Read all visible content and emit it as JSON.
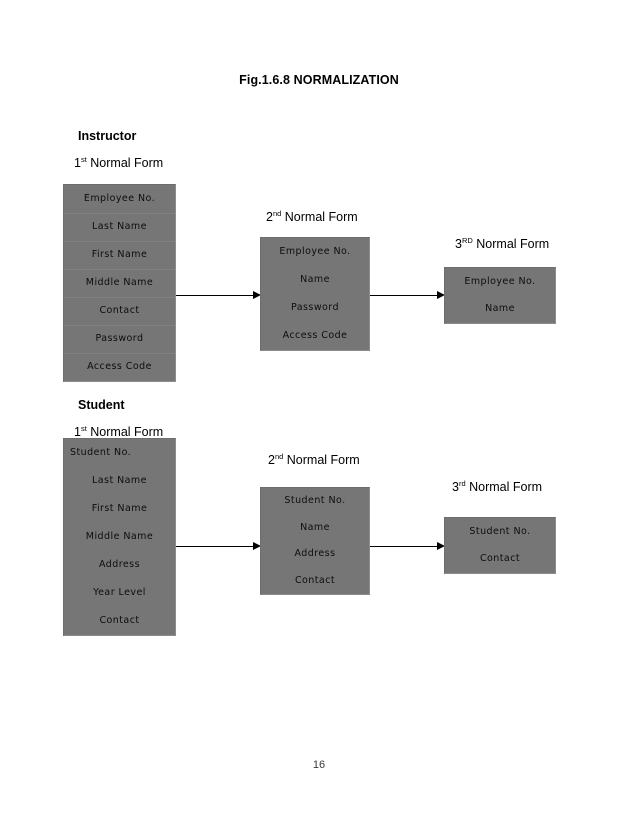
{
  "document": {
    "figure_title": "Fig.1.6.8 NORMALIZATION",
    "page_number": "16"
  },
  "sections": [
    {
      "entity": "Instructor",
      "labels": {
        "first": {
          "ordinal": "1",
          "sup": "st",
          "text": " Normal Form"
        },
        "second": {
          "ordinal": "2",
          "sup": "nd",
          "text": " Normal Form"
        },
        "third": {
          "ordinal": "3",
          "sup": "RD",
          "text": " Normal Form"
        }
      },
      "first_normal_form": [
        "Employee No.",
        "Last Name",
        "First Name",
        "Middle Name",
        "Contact",
        "Password",
        "Access Code"
      ],
      "second_normal_form": [
        "Employee No.",
        "Name",
        "Password",
        "Access Code"
      ],
      "third_normal_form": [
        "Employee No.",
        "Name"
      ]
    },
    {
      "entity": "Student",
      "labels": {
        "first": {
          "ordinal": "1",
          "sup": "st",
          "text": " Normal Form"
        },
        "second": {
          "ordinal": "2",
          "sup": "nd",
          "text": " Normal Form"
        },
        "third": {
          "ordinal": "3",
          "sup": "rd",
          "text": " Normal Form"
        }
      },
      "first_normal_form": [
        "Student No.",
        "Last Name",
        "First Name",
        "Middle Name",
        "Address",
        "Year  Level",
        "Contact"
      ],
      "second_normal_form": [
        "Student  No.",
        "Name",
        "Address",
        "Contact"
      ],
      "third_normal_form": [
        "Student No.",
        "Contact"
      ]
    }
  ],
  "colors": {
    "box_fill": "#767676",
    "box_edge_dark": "#6d6d6d",
    "box_edge_light": "#8c8c8c",
    "divider": "#828282",
    "text": "#0d0d0d",
    "arrow": "#000000",
    "page_background": "#ffffff"
  }
}
